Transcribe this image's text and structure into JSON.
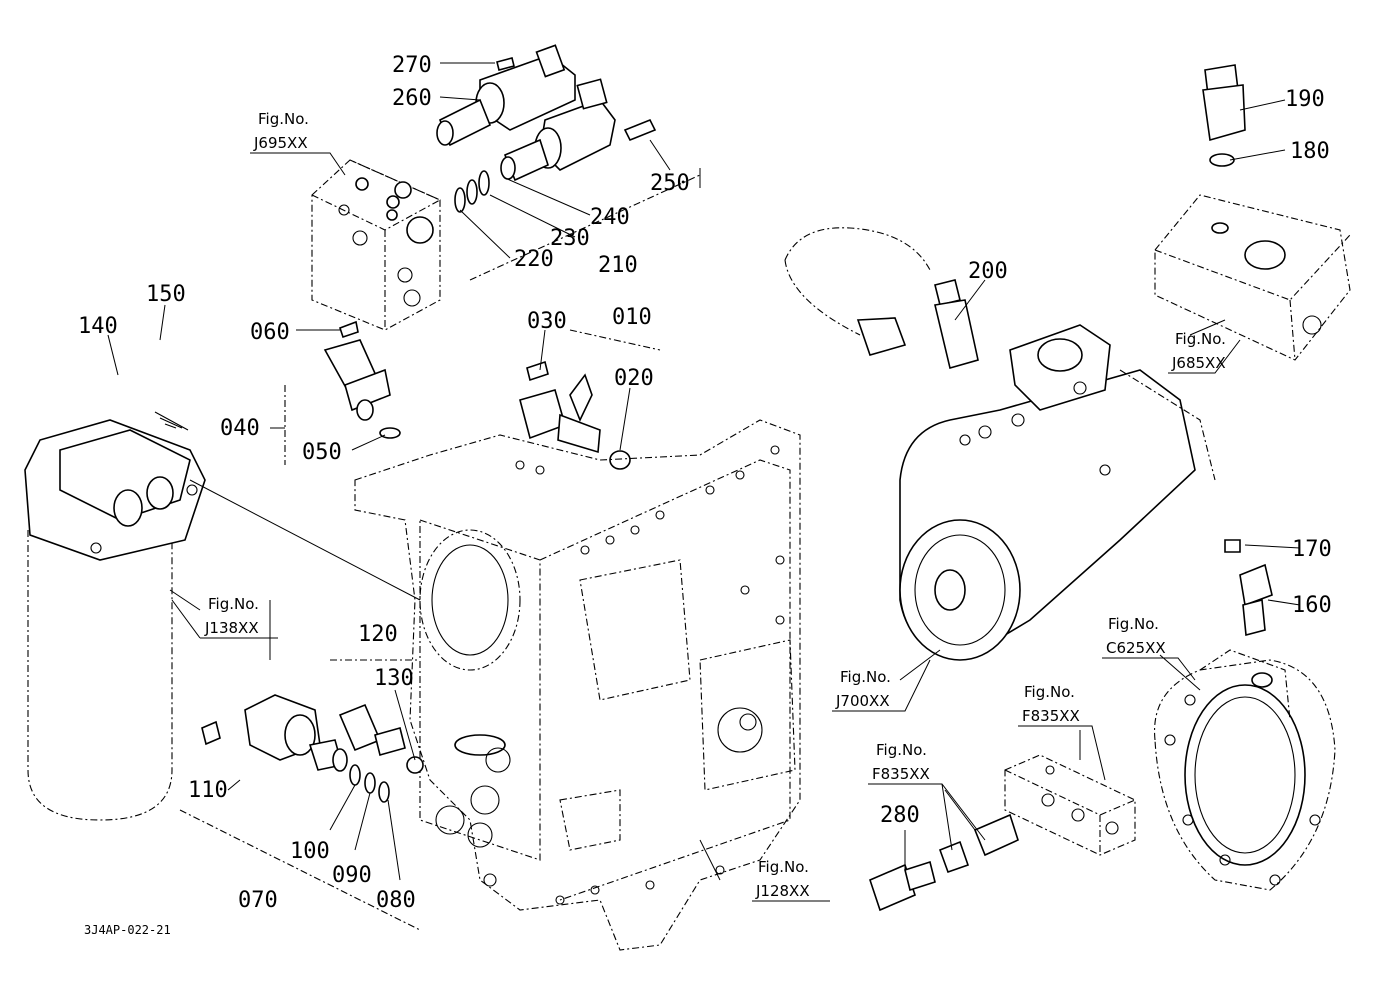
{
  "diagram": {
    "code": "3J4AP-022-21",
    "part_labels": [
      "270",
      "260",
      "250",
      "240",
      "230",
      "220",
      "210",
      "190",
      "180",
      "200",
      "150",
      "140",
      "060",
      "040",
      "050",
      "030",
      "010",
      "020",
      "170",
      "160",
      "120",
      "130",
      "110",
      "100",
      "090",
      "080",
      "070",
      "280"
    ],
    "fig_refs": [
      {
        "title": "Fig.No.",
        "number": "J695XX"
      },
      {
        "title": "Fig.No.",
        "number": "J685XX"
      },
      {
        "title": "Fig.No.",
        "number": "J138XX"
      },
      {
        "title": "Fig.No.",
        "number": "J700XX"
      },
      {
        "title": "Fig.No.",
        "number": "C625XX"
      },
      {
        "title": "Fig.No.",
        "number": "F835XX"
      },
      {
        "title": "Fig.No.",
        "number": "F835XX"
      },
      {
        "title": "Fig.No.",
        "number": "J128XX"
      }
    ]
  }
}
